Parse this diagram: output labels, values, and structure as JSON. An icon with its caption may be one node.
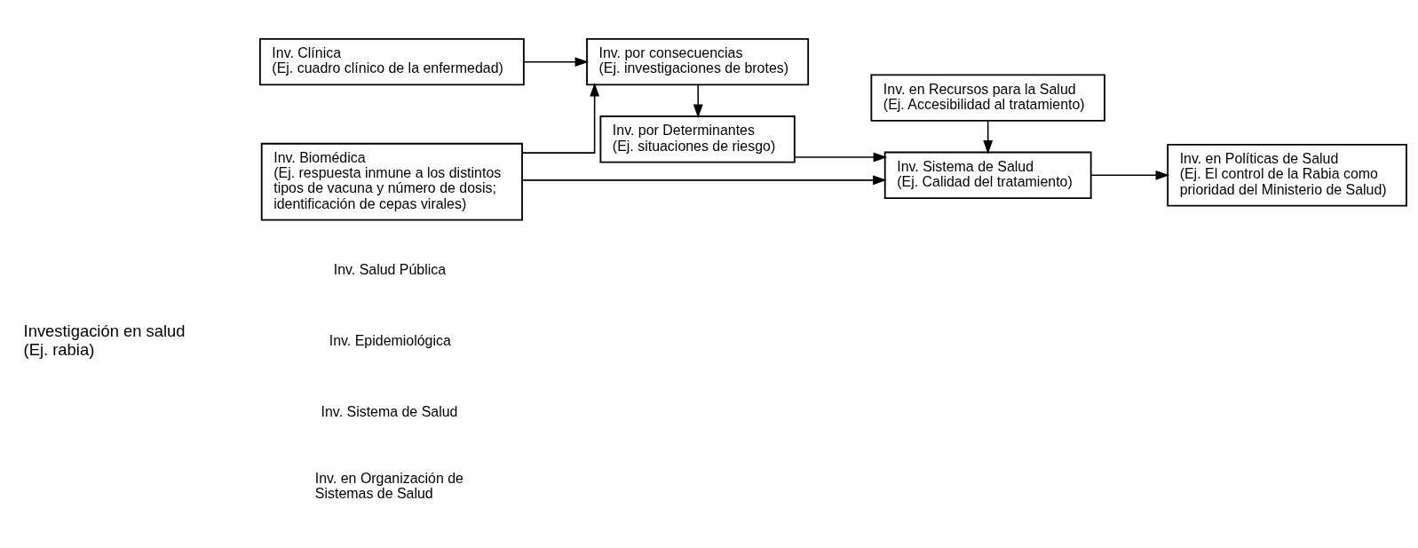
{
  "diagram": {
    "nodes": [
      {
        "text": [
          "Inv. Biomédica",
          "(Ej. respuesta inmune a los distintos tipos de vacuna y número de dosis; identificación de cepas virales)"
        ]
      },
      {
        "text": [
          "Inv. Clínica",
          "(Ej. cuadro clínico de la enfermedad)"
        ]
      },
      {
        "text": [
          "Inv. por Determinantes",
          "(Ej. situaciones de riesgo)"
        ]
      },
      {
        "text": [
          "Inv. por consecuencias",
          "(Ej. investigaciones de brotes)"
        ]
      },
      {
        "text": [
          "Inv. Sistema de Salud",
          "(Ej. Calidad del tratamiento)"
        ]
      },
      {
        "text": [
          "Inv. en Recursos para la Salud",
          "(Ej. Accesibilidad al tratamiento)"
        ]
      },
      {
        "text": [
          "Inv. en Políticas de Salud",
          "(Ej. El control de la Rabia como prioridad del Ministerio de Salud)"
        ]
      }
    ],
    "edges": [
      {
        "from": 0,
        "to": 4,
        "arrow": "to"
      },
      {
        "from": 0,
        "to": 3,
        "arrow": "to"
      },
      {
        "from": 1,
        "to": 3,
        "arrow": "to"
      },
      {
        "from": 3,
        "to": 2,
        "arrow": "to"
      },
      {
        "from": 2,
        "to": 4,
        "arrow": "to"
      },
      {
        "from": 5,
        "to": 4,
        "arrow": "to"
      },
      {
        "from": 4,
        "to": 6,
        "arrow": "to"
      }
    ],
    "labels": [
      "Investigación en salud (Ej. rabia)",
      "Inv. Salud Pública",
      "Inv. Epidemiológica",
      "Inv. Sistema de Salud",
      "Inv. en Organización de Sistemas de Salud"
    ]
  }
}
